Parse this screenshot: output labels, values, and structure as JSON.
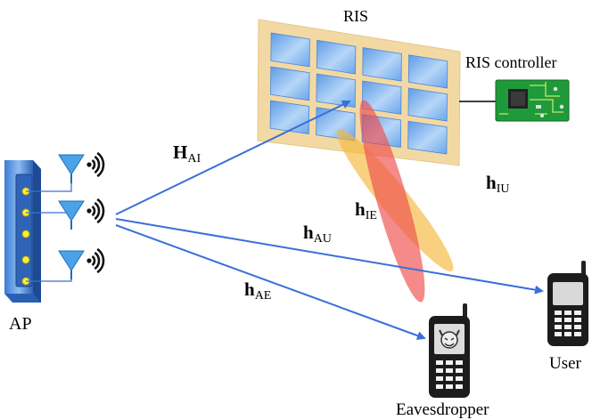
{
  "labels": {
    "ris": "RIS",
    "ris_controller": "RIS controller",
    "ap": "AP",
    "user": "User",
    "eavesdropper": "Eavesdropper"
  },
  "channels": {
    "H_AI": {
      "main": "H",
      "sub": "AI"
    },
    "h_IE": {
      "main": "h",
      "sub": "IE"
    },
    "h_IU": {
      "main": "h",
      "sub": "IU"
    },
    "h_AU": {
      "main": "h",
      "sub": "AU"
    },
    "h_AE": {
      "main": "h",
      "sub": "AE"
    }
  },
  "colors": {
    "link_arrow": "#3a6fd8",
    "beam_eve": "#ee4b4b",
    "beam_user": "#f6b73c",
    "ris_frame": "#f2d9a4",
    "ris_element": "#8fbef0",
    "pcb": "#1f9a3a"
  },
  "icons": [
    "ap-tower-icon",
    "antenna-icon",
    "signal-waves-icon",
    "pcb-icon",
    "phone-icon",
    "devil-face-icon"
  ]
}
